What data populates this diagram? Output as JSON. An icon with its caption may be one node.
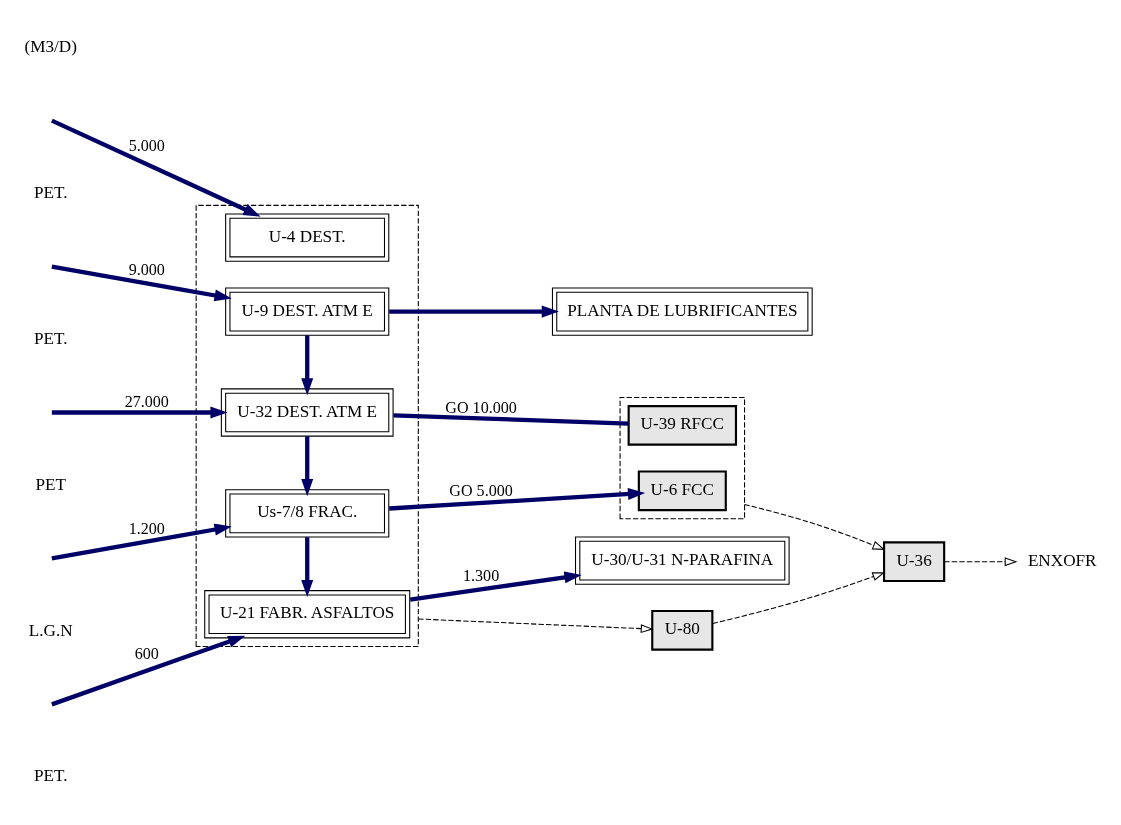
{
  "diagram": {
    "nodes": [
      {
        "text": [],
        "shape": "box"
      },
      {
        "text": [
          "U-4 DEST."
        ],
        "in": 0
      },
      {
        "text": [
          "U-9 DEST. ATM E"
        ],
        "in": 0
      },
      {
        "text": [
          "U-32 DEST. ATM E"
        ],
        "in": 0
      },
      {
        "text": [
          "Us-7/8 FRAC."
        ],
        "in": 0
      },
      {
        "text": [
          "U-21 FABR. ASFALTOS"
        ],
        "in": 0
      },
      {
        "text": [
          "PLANTA DE LUBRIFICANTES"
        ]
      },
      {
        "text": [],
        "shape": "box"
      },
      {
        "text": [
          "U-39 RFCC"
        ],
        "in": 7
      },
      {
        "text": [
          "U-6 FCC"
        ],
        "in": 7
      },
      {
        "text": [
          "U-30/U-31 N-PARAFINA"
        ]
      },
      {
        "text": [
          "U-80"
        ]
      },
      {
        "text": [
          "U-36"
        ]
      },
      {
        "text": [
          "ENXOFR"
        ]
      }
    ],
    "edges": [
      {
        "from": null,
        "to": 1,
        "arrow": "to",
        "label": "5.000"
      },
      {
        "from": null,
        "to": 2,
        "arrow": "to",
        "label": "9.000"
      },
      {
        "from": null,
        "to": 3,
        "arrow": "to",
        "label": "27.000"
      },
      {
        "from": null,
        "to": 4,
        "arrow": "to",
        "label": "1.200"
      },
      {
        "from": null,
        "to": 5,
        "arrow": "to",
        "label": "600"
      },
      {
        "from": 2,
        "to": 6,
        "arrow": "to"
      },
      {
        "from": 2,
        "to": 3,
        "arrow": "to"
      },
      {
        "from": 3,
        "to": 4,
        "arrow": "to"
      },
      {
        "from": 4,
        "to": 5,
        "arrow": "to"
      },
      {
        "from": 3,
        "to": 8,
        "arrow": "none",
        "label": "GO 10.000"
      },
      {
        "from": 4,
        "to": 9,
        "arrow": "to",
        "label": "GO 5.000"
      },
      {
        "from": 5,
        "to": 10,
        "arrow": "to",
        "label": "1.300"
      },
      {
        "from": 0,
        "to": 11,
        "arrow": "to",
        "style": "dashed",
        "color": "#000000"
      },
      {
        "from": 7,
        "to": 12,
        "arrow": "to",
        "style": "dashed",
        "color": "#000000"
      },
      {
        "from": 11,
        "to": 12,
        "arrow": "to",
        "style": "dashed",
        "color": "#000000"
      },
      {
        "from": 12,
        "to": 13,
        "arrow": "to",
        "style": "dashed",
        "color": "#000000"
      }
    ],
    "labels": [
      "(M3/D)",
      "PET.",
      "PET.",
      "PET",
      "L.G.N",
      "PET."
    ]
  }
}
